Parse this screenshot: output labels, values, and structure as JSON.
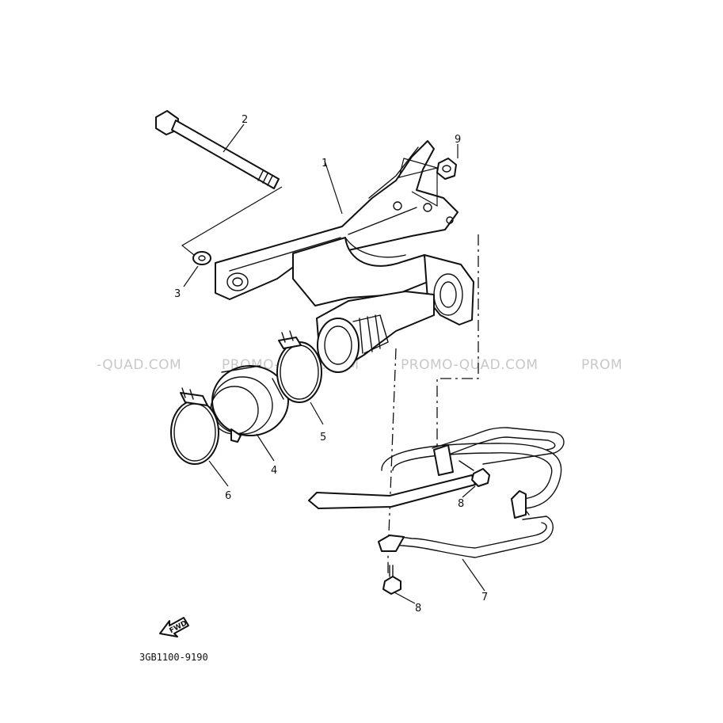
{
  "diagram": {
    "drawing_code": "3GB1100-9190",
    "fwd_label": "FWD",
    "watermark": "PROMO-QUAD.COM",
    "watermarks": [
      "-QUAD.COM",
      "PROMO-QUAD.COM",
      "PROMO-QUAD.COM",
      "PROM"
    ],
    "callouts": [
      {
        "id": "1",
        "label": "1",
        "part": "rear arm (swingarm)"
      },
      {
        "id": "2",
        "label": "2",
        "part": "pivot shaft bolt"
      },
      {
        "id": "3",
        "label": "3",
        "part": "washer"
      },
      {
        "id": "4",
        "label": "4",
        "part": "boot"
      },
      {
        "id": "5",
        "label": "5",
        "part": "clamp"
      },
      {
        "id": "6",
        "label": "6",
        "part": "clamp"
      },
      {
        "id": "7",
        "label": "7",
        "part": "guard bar"
      },
      {
        "id": "8a",
        "label": "8",
        "part": "bolt"
      },
      {
        "id": "8b",
        "label": "8",
        "part": "bolt"
      },
      {
        "id": "9",
        "label": "9",
        "part": "nut"
      }
    ]
  }
}
